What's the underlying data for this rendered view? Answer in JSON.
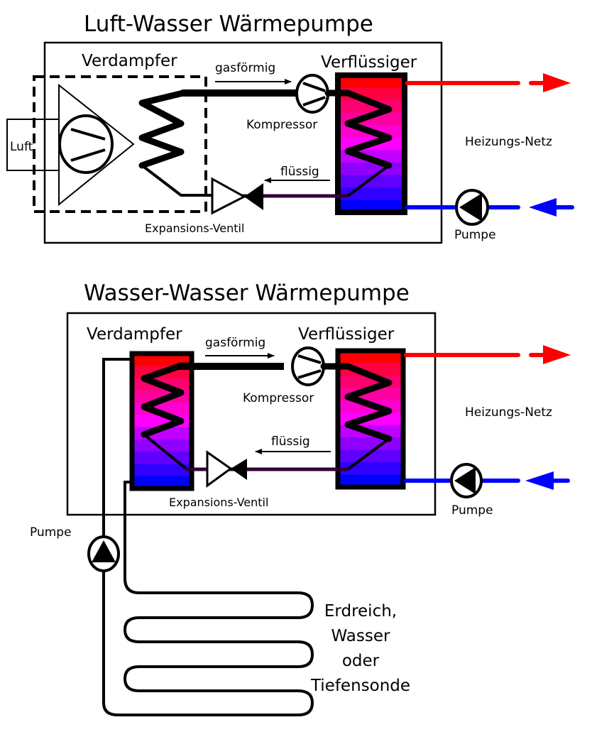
{
  "colors": {
    "hot": "#ff0000",
    "cold": "#0000ff",
    "liquid_line": "#330033",
    "gradient": [
      "#ff0000",
      "#ff0040",
      "#ff0070",
      "#ff00a0",
      "#ff00d0",
      "#ff00ff",
      "#c000ff",
      "#9000ff",
      "#6000ff",
      "#3000ff",
      "#0000ff"
    ]
  },
  "diagrams": [
    {
      "title": "Luft-Wasser Wärmepumpe",
      "evaporator_label": "Verdampfer",
      "condenser_label": "Verflüssiger",
      "gas_label": "gasförmig",
      "liquid_label": "flüssig",
      "compressor_label": "Kompressor",
      "valve_label": "Expansions-Ventil",
      "air_label": "Luft",
      "heating_label": "Heizungs-Netz",
      "pump_label": "Pumpe"
    },
    {
      "title": "Wasser-Wasser Wärmepumpe",
      "evaporator_label": "Verdampfer",
      "condenser_label": "Verflüssiger",
      "gas_label": "gasförmig",
      "liquid_label": "flüssig",
      "compressor_label": "Kompressor",
      "valve_label": "Expansions-Ventil",
      "heating_label": "Heizungs-Netz",
      "pump_label": "Pumpe",
      "source_pump_label": "Pumpe",
      "source_label_lines": [
        "Erdreich,",
        "Wasser",
        "oder",
        "Tiefensonde"
      ]
    }
  ]
}
